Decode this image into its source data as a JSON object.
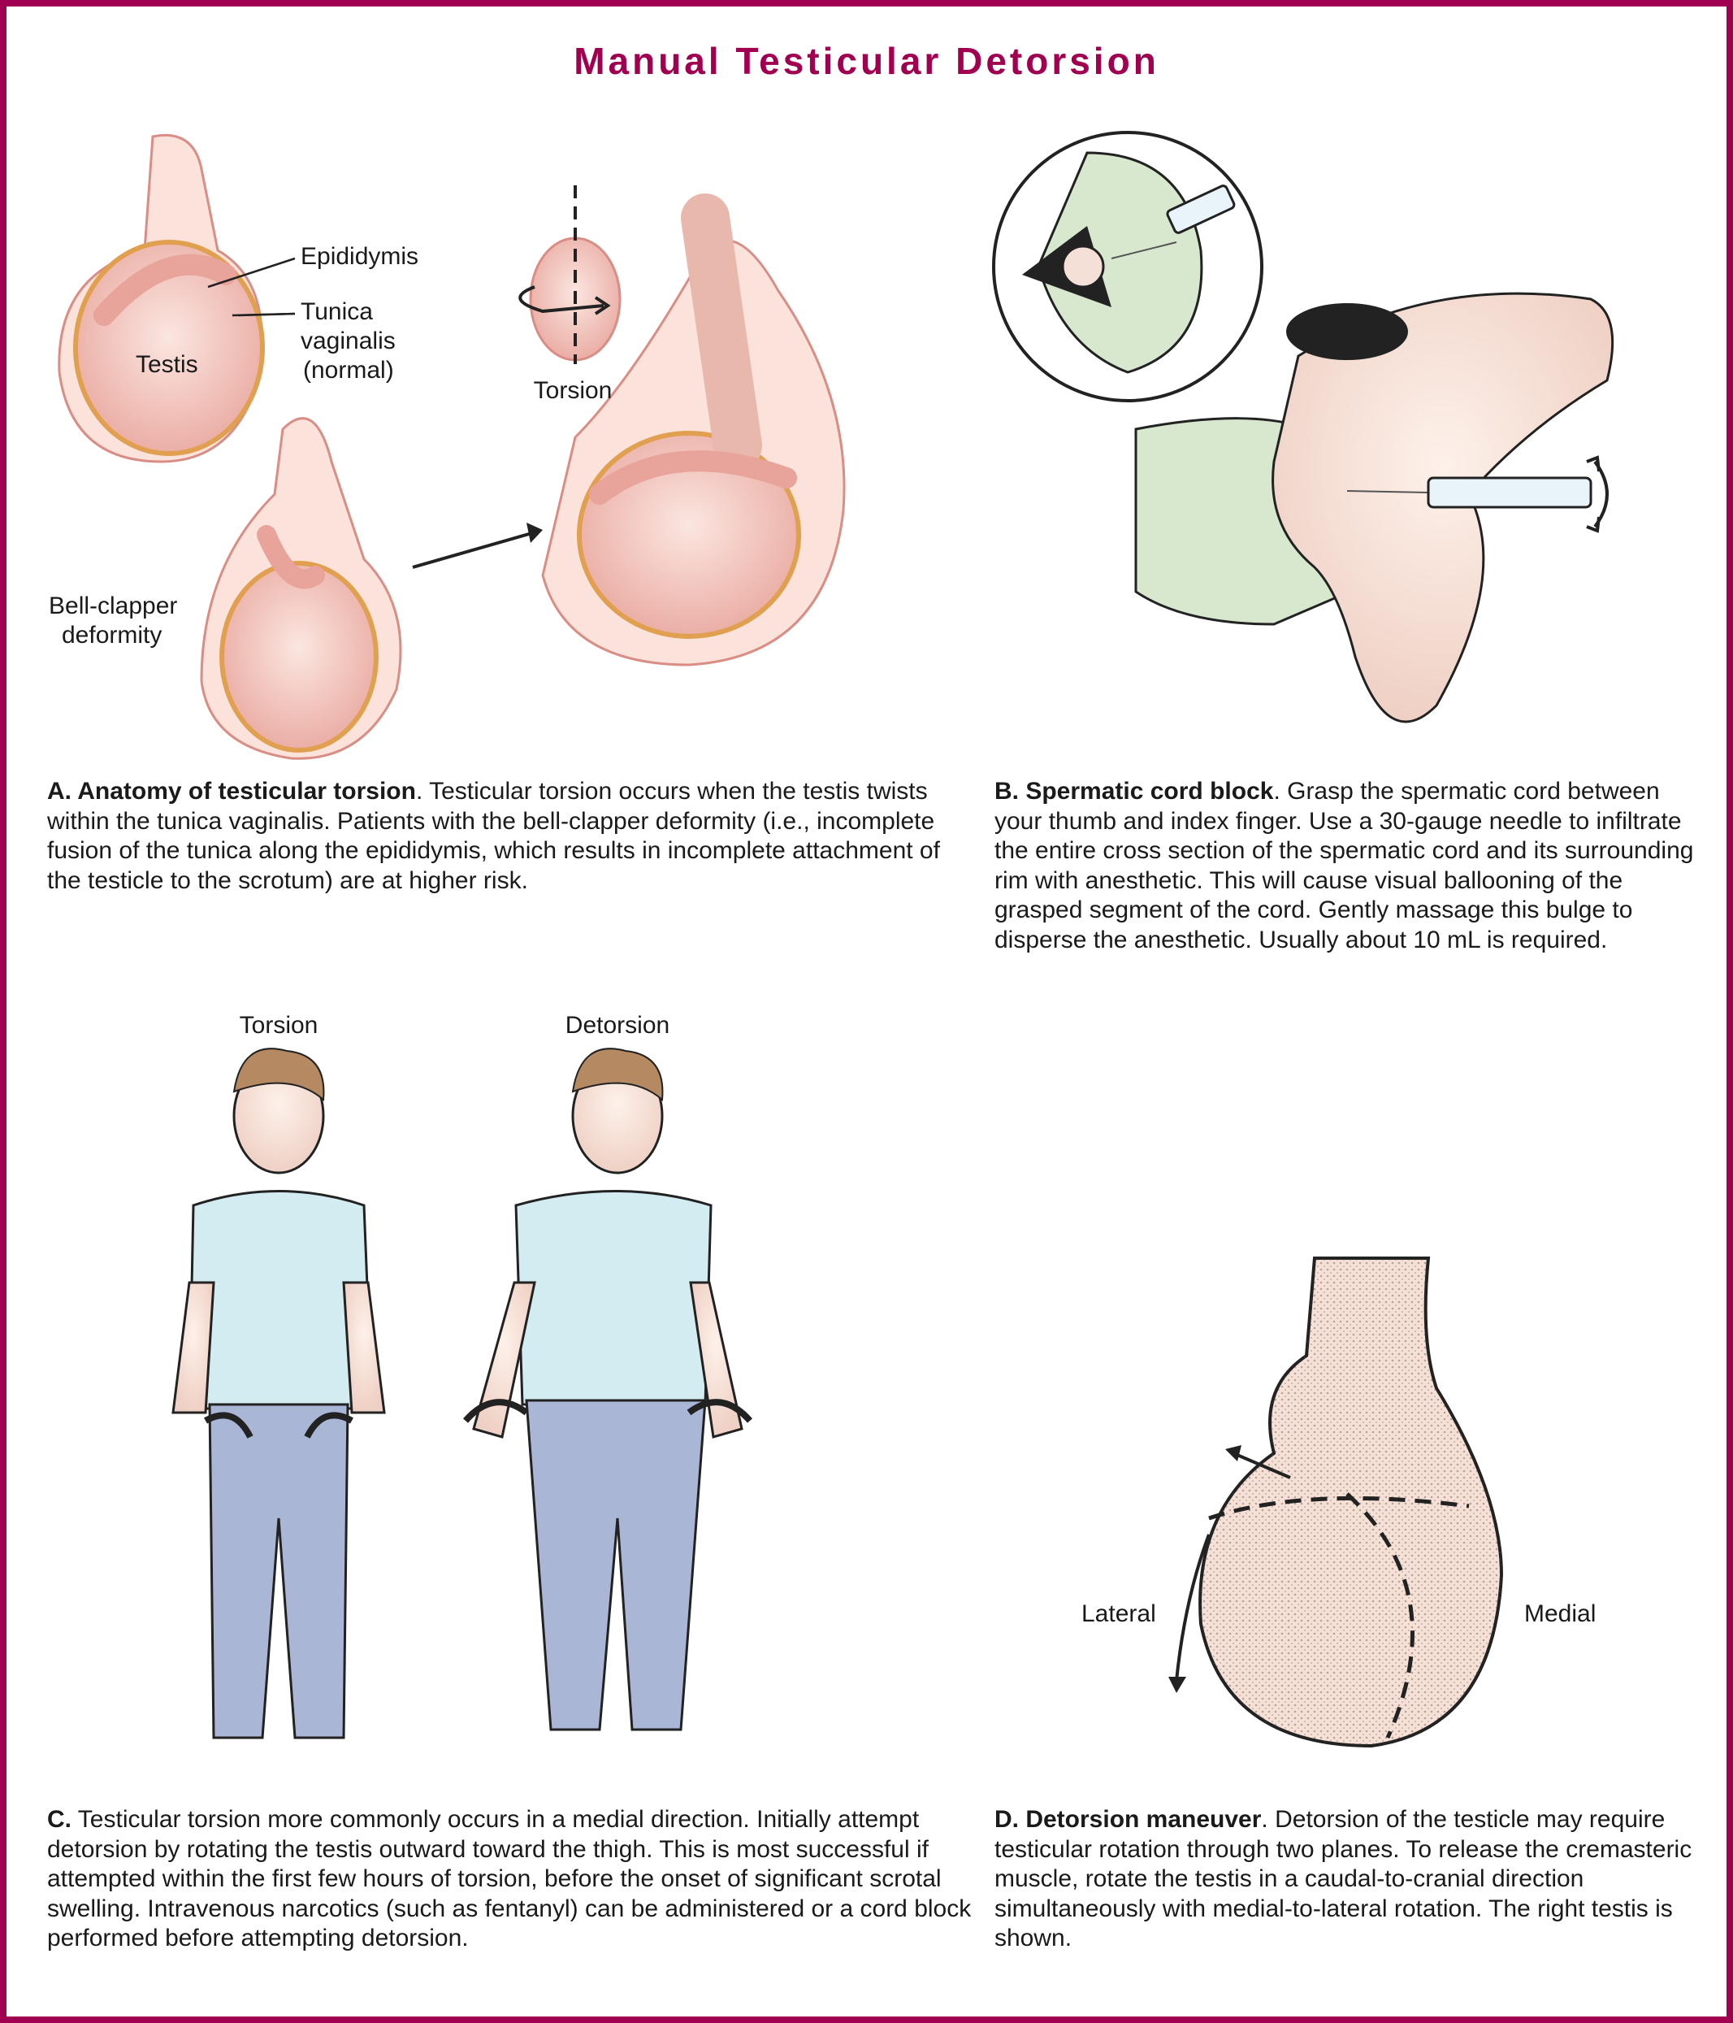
{
  "title": "Manual Testicular Detorsion",
  "colors": {
    "border": "#a0004f",
    "title": "#a0004f",
    "tissue": "#f2c9c0",
    "glove": "#d7e8cf",
    "shirt": "#d3ecf2",
    "pants": "#a9b6d6"
  },
  "panel_a": {
    "labels": {
      "epididymis": "Epididymis",
      "tunica_1": "Tunica",
      "tunica_2": "vaginalis",
      "tunica_3": "(normal)",
      "testis": "Testis",
      "torsion": "Torsion",
      "bell_1": "Bell-clapper",
      "bell_2": "deformity"
    },
    "caption_lead": "A. Anatomy of testicular torsion",
    "caption_body": ". Testicular torsion occurs when the testis twists within the tunica vaginalis. Patients with the bell-clapper deformity (i.e., incomplete fusion of the tunica along the epididymis, which results in incomplete attachment of the testicle to the scrotum) are at higher risk."
  },
  "panel_b": {
    "caption_lead": "B. Spermatic cord block",
    "caption_body": ". Grasp the spermatic cord between your thumb and index finger. Use a 30-gauge needle to infiltrate the entire cross section of the spermatic cord and its surrounding rim with anesthetic. This will cause visual ballooning of the grasped segment of the cord. Gently massage this bulge to disperse the anesthetic. Usually about 10 mL is required."
  },
  "panel_c": {
    "labels": {
      "torsion": "Torsion",
      "detorsion": "Detorsion"
    },
    "caption_lead": "C.",
    "caption_body": " Testicular torsion more commonly occurs in a medial direction. Initially attempt detorsion by rotating the testis outward toward the thigh. This is most successful if attempted within the first few hours of torsion, before the onset of significant scrotal swelling. Intravenous narcotics (such as fentanyl) can be administered or a cord block performed before attempting detorsion."
  },
  "panel_d": {
    "labels": {
      "lateral": "Lateral",
      "medial": "Medial"
    },
    "caption_lead": "D. Detorsion maneuver",
    "caption_body": ". Detorsion of the testicle may require testicular rotation through two planes. To release the cremasteric muscle, rotate the testis in a caudal-to-cranial direction simultaneously with medial-to-lateral rotation. The right testis is shown."
  }
}
